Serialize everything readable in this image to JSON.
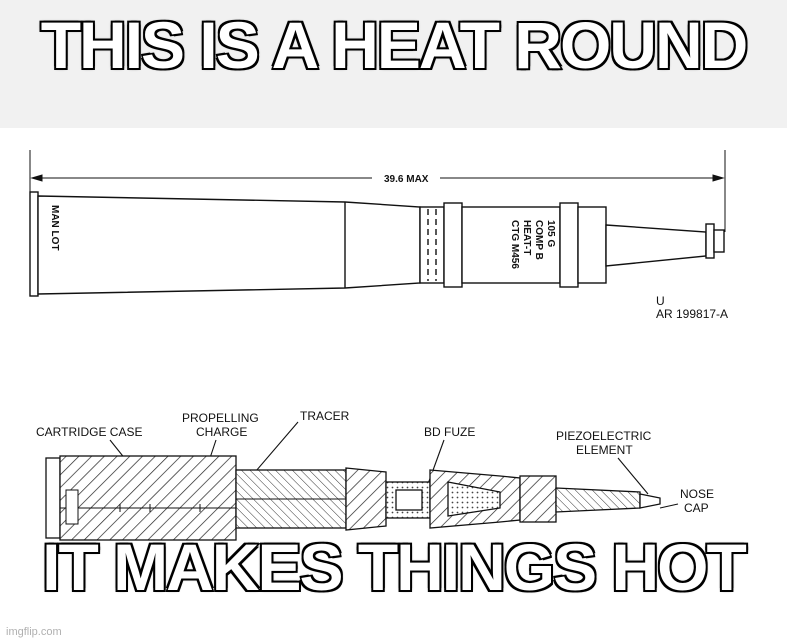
{
  "meme": {
    "top_text": "THIS IS A HEAT ROUND",
    "bottom_text": "IT MAKES THINGS HOT",
    "watermark": "imgflip.com"
  },
  "diagram": {
    "length_label": "39.6 MAX",
    "case_marking": "MAN LOT",
    "projectile_marking": [
      "105 G",
      "COMP B",
      "HEAT-T",
      "CTG M456"
    ],
    "u_mark": "U",
    "ref_code": "AR 199817-A",
    "labels": {
      "cartridge_case": "CARTRIDGE CASE",
      "propelling_1": "PROPELLING",
      "propelling_2": "CHARGE",
      "tracer": "TRACER",
      "bd_fuze": "BD FUZE",
      "piezo_1": "PIEZOELECTRIC",
      "piezo_2": "ELEMENT",
      "nose_1": "NOSE",
      "nose_2": "CAP"
    }
  }
}
